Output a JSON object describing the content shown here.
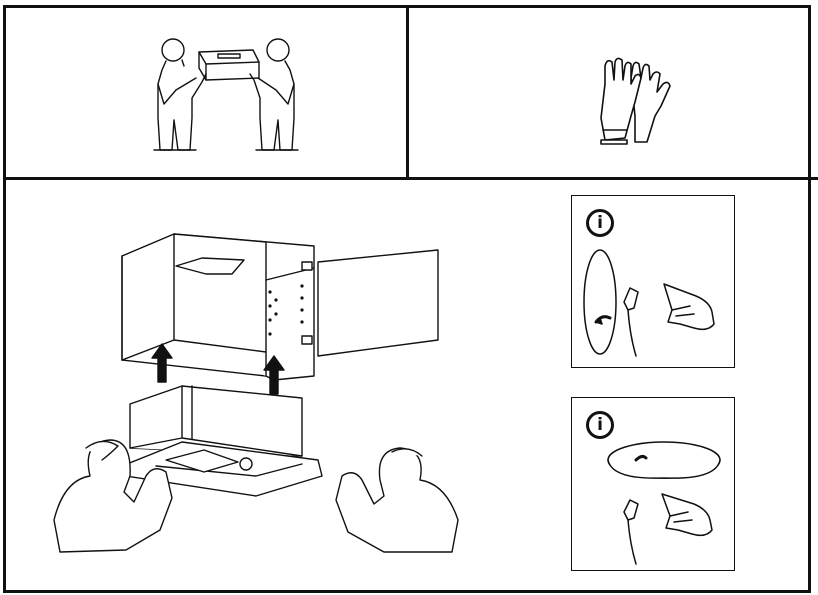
{
  "info_boxes": [
    {
      "badge_letter": "i",
      "icon": "info-icon"
    },
    {
      "badge_letter": "i",
      "icon": "info-icon"
    }
  ],
  "illustrations": {
    "two_person_lift": "two-person-carry-icon",
    "gloves": "gloves-icon",
    "installation": "install-into-cabinet-illustration",
    "unplug_round_board": "unplug-plug-illustration",
    "unplug_flat_board": "unplug-plug-illustration"
  },
  "colors": {
    "line": "#111111",
    "background": "#ffffff"
  }
}
